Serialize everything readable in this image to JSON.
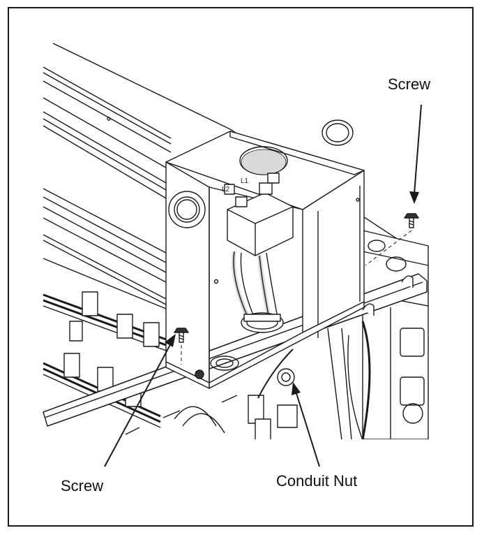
{
  "callouts": {
    "screw_top": "Screw",
    "screw_bottom": "Screw",
    "conduit_nut": "Conduit Nut"
  },
  "terminal_marks": {
    "l1": "L1",
    "l2": "L2"
  },
  "colors": {
    "line": "#1a1a1a",
    "fill": "#ffffff",
    "shade": "#d9d9d9",
    "dark": "#333333"
  }
}
